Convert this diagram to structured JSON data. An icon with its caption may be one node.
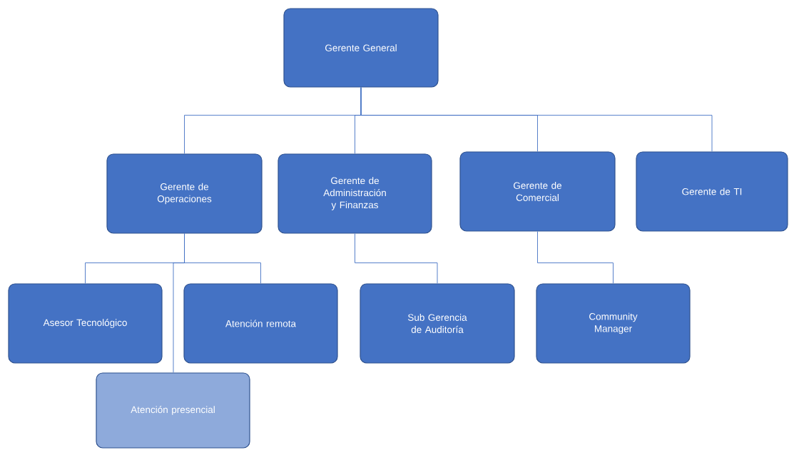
{
  "diagram": {
    "nodes": [
      {
        "text": [
          "Gerente General"
        ]
      },
      {
        "text": [
          "Gerente de Operaciones"
        ]
      },
      {
        "text": [
          "Gerente de Administración y Finanzas"
        ]
      },
      {
        "text": [
          "Gerente de Comercial"
        ]
      },
      {
        "text": [
          "Gerente de TI"
        ]
      },
      {
        "text": [
          "Asesor Tecnológico"
        ]
      },
      {
        "text": [
          "Atención remota"
        ]
      },
      {
        "text": [
          "Atención presencial"
        ]
      },
      {
        "text": [
          "Sub Gerencia de Auditoría"
        ]
      },
      {
        "text": [
          "Community Manager"
        ]
      }
    ],
    "edges": [
      {
        "from": 0,
        "to": 1,
        "arrow": "none"
      },
      {
        "from": 0,
        "to": 2,
        "arrow": "none"
      },
      {
        "from": 0,
        "to": 3,
        "arrow": "none"
      },
      {
        "from": 0,
        "to": 4,
        "arrow": "none"
      },
      {
        "from": 1,
        "to": 5,
        "arrow": "none"
      },
      {
        "from": 1,
        "to": 6,
        "arrow": "none"
      },
      {
        "from": 1,
        "to": 7,
        "arrow": "none"
      },
      {
        "from": 2,
        "to": 8,
        "arrow": "none"
      },
      {
        "from": 3,
        "to": 9,
        "arrow": "none"
      }
    ]
  }
}
